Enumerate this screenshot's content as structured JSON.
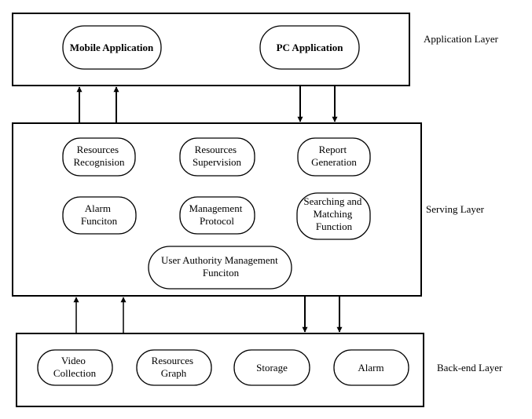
{
  "layers": {
    "application": {
      "label": "Application Layer",
      "modules": [
        "Mobile Application",
        "PC Application"
      ]
    },
    "serving": {
      "label": "Serving Layer",
      "modules": [
        [
          "Resources",
          "Recognision"
        ],
        [
          "Resources",
          "Supervision"
        ],
        [
          "Report",
          "Generation"
        ],
        [
          "Alarm",
          "Funciton"
        ],
        [
          "Management",
          "Protocol"
        ],
        [
          "Searching and",
          "Matching",
          "Function"
        ],
        [
          "User  Authority Management",
          "Funciton"
        ]
      ]
    },
    "backend": {
      "label": "Back-end Layer",
      "modules": [
        [
          "Video",
          "Collection"
        ],
        [
          "Resources",
          "Graph"
        ],
        [
          "Storage"
        ],
        [
          "Alarm"
        ]
      ]
    }
  }
}
